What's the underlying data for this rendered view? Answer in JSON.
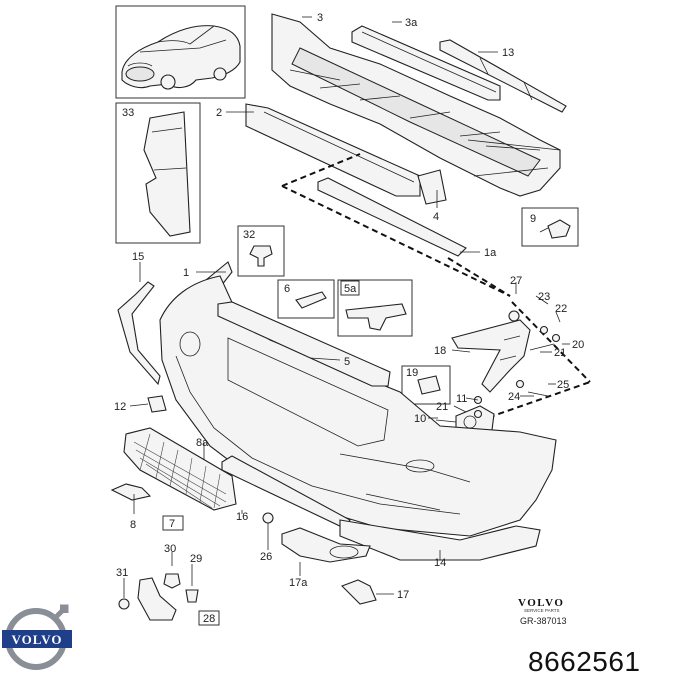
{
  "callouts": {
    "c3": "3",
    "c3a": "3a",
    "c13": "13",
    "c2": "2",
    "c33": "33",
    "c4": "4",
    "c9": "9",
    "c1a": "1a",
    "c32": "32",
    "c15": "15",
    "c1": "1",
    "c6": "6",
    "c5a": "5a",
    "c5": "5",
    "c27": "27",
    "c23": "23",
    "c22": "22",
    "c18": "18",
    "c21a": "21",
    "c20": "20",
    "c19": "19",
    "c11": "11",
    "c25": "25",
    "c21b": "21",
    "c24": "24",
    "c10": "10",
    "c12": "12",
    "c8a": "8a",
    "c7": "7",
    "c8": "8",
    "c16": "16",
    "c26": "26",
    "c30": "30",
    "c29": "29",
    "c31": "31",
    "c28": "28",
    "c17a": "17a",
    "c17": "17",
    "c14": "14"
  },
  "brand_caption": "VOLVO",
  "brand_subcaption": "SERVICE PARTS",
  "diagram_code": "GR-387013",
  "logo_text": "VOLVO",
  "part_number": "8662561",
  "colors": {
    "line": "#222222",
    "fill": "#f4f4f4",
    "logo_blue": "#1f3f8a",
    "logo_ring": "#8a8f97"
  }
}
